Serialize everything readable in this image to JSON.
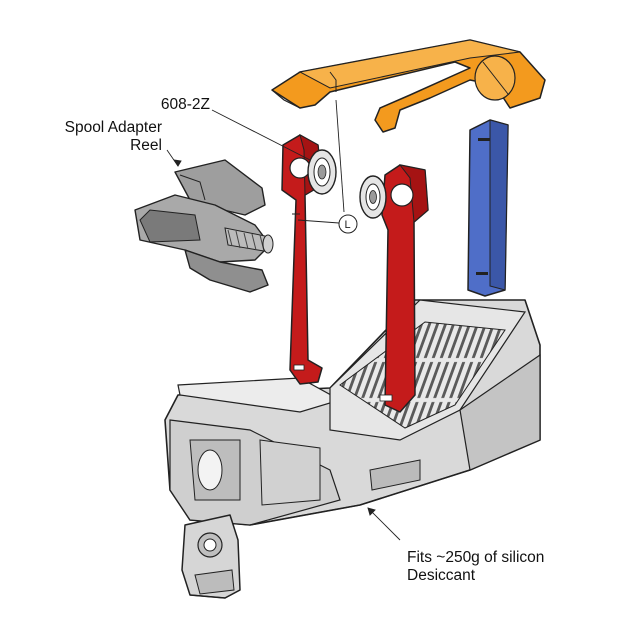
{
  "labels": {
    "bearing": "608-2Z",
    "spool_line1": "Spool Adapter",
    "spool_line2": "Reel",
    "marker": "L",
    "desiccant_line1": "Fits ~250g of silicon",
    "desiccant_line2": "Desiccant"
  },
  "colors": {
    "handle": "#f39a1e",
    "arm": "#c41b1b",
    "blue_bar": "#4f6ec8",
    "body": "#d9d9d9",
    "outline": "#222222"
  },
  "icons": [
    "bearing-icon",
    "spool-adapter-icon",
    "handle-icon",
    "arm-icon",
    "blue-bar-icon",
    "base-body-icon",
    "clip-icon"
  ]
}
